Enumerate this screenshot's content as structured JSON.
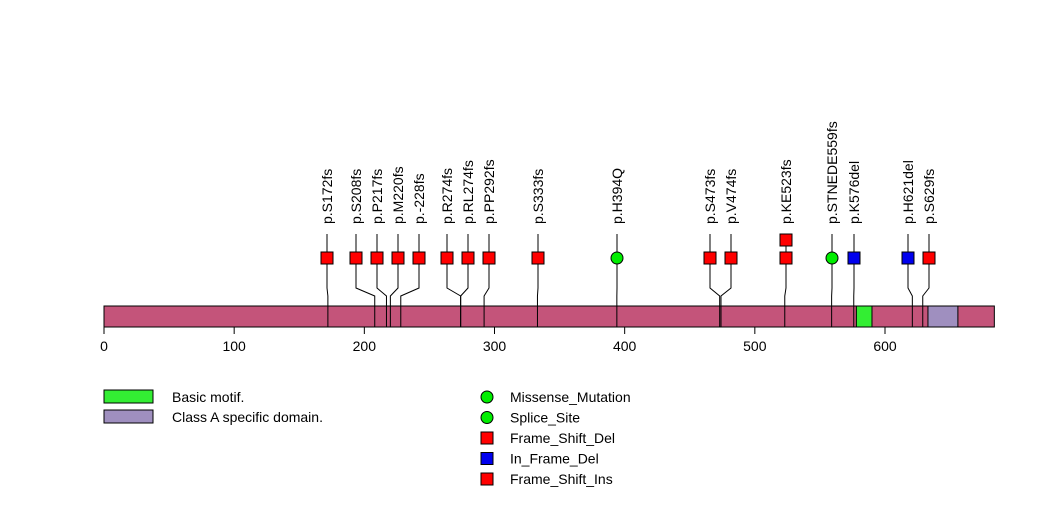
{
  "chart_data": {
    "type": "lollipop",
    "protein_length": 684,
    "xlim": [
      0,
      684
    ],
    "xticks": [
      0,
      100,
      200,
      300,
      400,
      500,
      600
    ],
    "domains": [
      {
        "name": "Basic motif.",
        "start": 578,
        "end": 590,
        "color": "#33ee33"
      },
      {
        "name": "Class A specific domain.",
        "start": 633,
        "end": 656,
        "color": "#9f8fbf"
      }
    ],
    "backbone_color": "#c4547a",
    "mutations": [
      {
        "label": "p.S172fs",
        "pos": 172,
        "type": "Frame_Shift_Del",
        "count": 1
      },
      {
        "label": "p.S208fs",
        "pos": 208,
        "type": "Frame_Shift_Del",
        "count": 1
      },
      {
        "label": "p.P217fs",
        "pos": 217,
        "type": "Frame_Shift_Del",
        "count": 1
      },
      {
        "label": "p.M220fs",
        "pos": 220,
        "type": "Frame_Shift_Del",
        "count": 1
      },
      {
        "label": "p.-228fs",
        "pos": 228,
        "type": "Frame_Shift_Del",
        "count": 1
      },
      {
        "label": "p.R274fs",
        "pos": 274,
        "type": "Frame_Shift_Del",
        "count": 1
      },
      {
        "label": "p.RL274fs",
        "pos": 274,
        "type": "Frame_Shift_Del",
        "count": 1
      },
      {
        "label": "p.PP292fs",
        "pos": 292,
        "type": "Frame_Shift_Del",
        "count": 1
      },
      {
        "label": "p.S333fs",
        "pos": 333,
        "type": "Frame_Shift_Del",
        "count": 1
      },
      {
        "label": "p.H394Q",
        "pos": 394,
        "type": "Missense_Mutation",
        "count": 1
      },
      {
        "label": "p.S473fs",
        "pos": 473,
        "type": "Frame_Shift_Del",
        "count": 1
      },
      {
        "label": "p.V474fs",
        "pos": 474,
        "type": "Frame_Shift_Del",
        "count": 1
      },
      {
        "label": "p.KE523fs",
        "pos": 523,
        "type": "Frame_Shift_Del",
        "count": 2
      },
      {
        "label": "p.STNEDE559fs",
        "pos": 559,
        "type": "Splice_Site",
        "count": 1
      },
      {
        "label": "p.K576del",
        "pos": 576,
        "type": "In_Frame_Del",
        "count": 1
      },
      {
        "label": "p.H621del",
        "pos": 621,
        "type": "In_Frame_Del",
        "count": 1
      },
      {
        "label": "p.S629fs",
        "pos": 629,
        "type": "Frame_Shift_Del",
        "count": 1
      }
    ],
    "legend_types": [
      {
        "name": "Missense_Mutation",
        "shape": "circle",
        "color": "#00ee00"
      },
      {
        "name": "Splice_Site",
        "shape": "circle",
        "color": "#00ee00"
      },
      {
        "name": "Frame_Shift_Del",
        "shape": "square",
        "color": "#ff0000"
      },
      {
        "name": "In_Frame_Del",
        "shape": "square",
        "color": "#0000ee"
      },
      {
        "name": "Frame_Shift_Ins",
        "shape": "square",
        "color": "#ff0000"
      }
    ]
  }
}
